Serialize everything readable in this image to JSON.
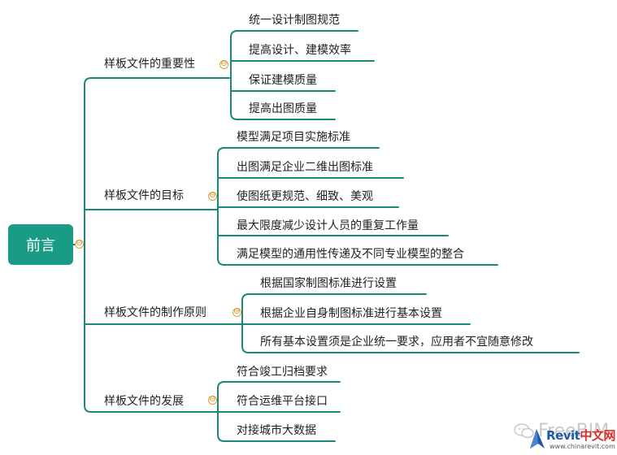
{
  "root": {
    "label": "前言"
  },
  "branches": [
    {
      "label": "样板文件的重要性",
      "children": [
        "统一设计制图规范",
        "提高设计、建模效率",
        "保证建模质量",
        "提高出图质量"
      ]
    },
    {
      "label": "样板文件的目标",
      "children": [
        "模型满足项目实施标准",
        "出图满足企业二维出图标准",
        "使图纸更规范、细致、美观",
        "最大限度减少设计人员的重复工作量",
        "满足模型的通用性传递及不同专业模型的整合"
      ]
    },
    {
      "label": "样板文件的制作原则",
      "children": [
        "根据国家制图标准进行设置",
        "根据企业自身制图标准进行基本设置",
        "所有基本设置须是企业统一要求，应用者不宜随意修改"
      ]
    },
    {
      "label": "样板文件的发展",
      "children": [
        "符合竣工归档要求",
        "符合运维平台接口",
        "对接城市大数据"
      ]
    }
  ],
  "collapse_symbol": "⊖",
  "watermark": {
    "text": "FreeBIM"
  },
  "logo": {
    "title_a": "Revit",
    "title_b": "中文网",
    "subtitle": "www.chinarevit.com"
  },
  "colors": {
    "accent": "#1a9b86",
    "line": "#1a8a78",
    "collapse": "#e0a030"
  }
}
